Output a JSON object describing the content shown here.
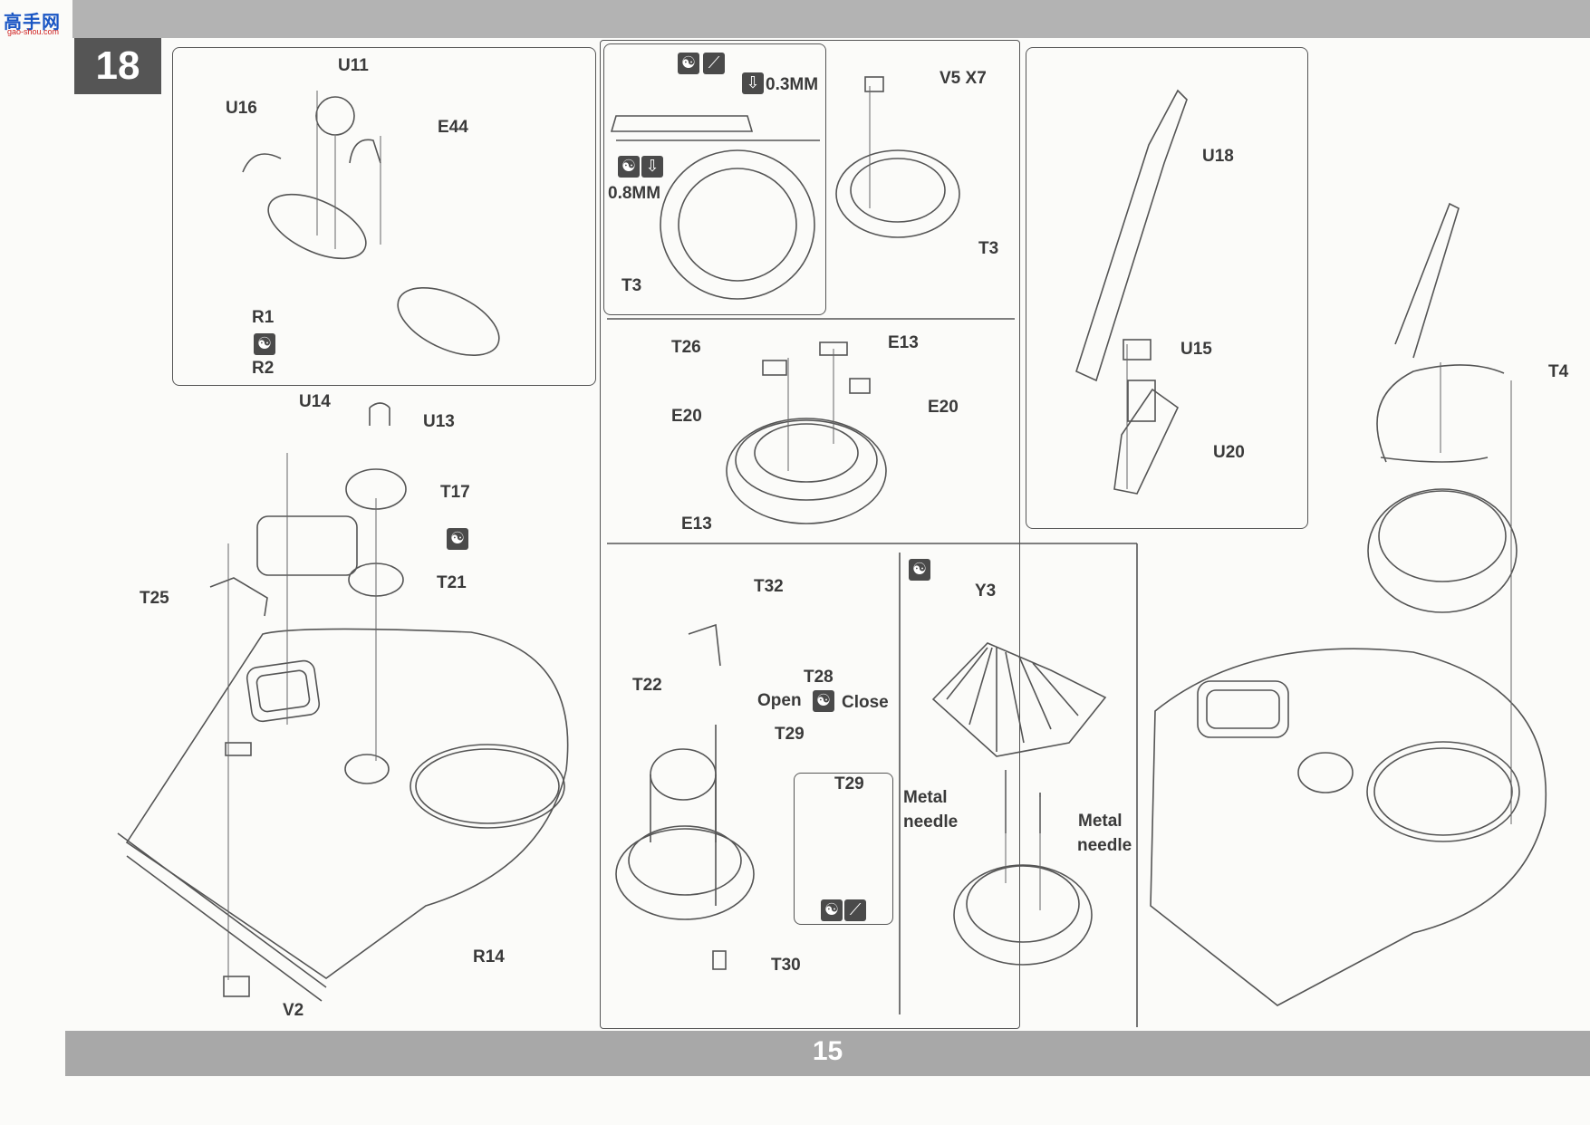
{
  "header": {
    "step_number": "18",
    "logo_text": "高手网",
    "logo_sub": "gao-shou.com"
  },
  "footer": {
    "page_number": "15"
  },
  "panel_a": {
    "labels": [
      "U11",
      "U16",
      "E44",
      "R1",
      "R2"
    ]
  },
  "panel_b": {
    "labels": [
      "0.3MM",
      "0.8MM",
      "T3",
      "V5 X7",
      "T3"
    ]
  },
  "panel_c": {
    "labels": [
      "T26",
      "E13",
      "E20",
      "E20",
      "E13"
    ]
  },
  "panel_d": {
    "labels": [
      "U18",
      "U15",
      "U20"
    ]
  },
  "panel_e": {
    "labels": [
      "T32",
      "T28",
      "T22",
      "Open",
      "Close",
      "T29",
      "T29",
      "T30"
    ]
  },
  "panel_f": {
    "labels": [
      "Y3",
      "Metal",
      "needle",
      "Metal",
      "needle"
    ]
  },
  "main": {
    "labels": [
      "U14",
      "U13",
      "T17",
      "T21",
      "T25",
      "R14",
      "V2"
    ]
  },
  "right": {
    "labels": [
      "T4"
    ]
  },
  "icons": {
    "glue": "glue-icon",
    "cut": "cut-icon",
    "drill": "drill-icon"
  }
}
